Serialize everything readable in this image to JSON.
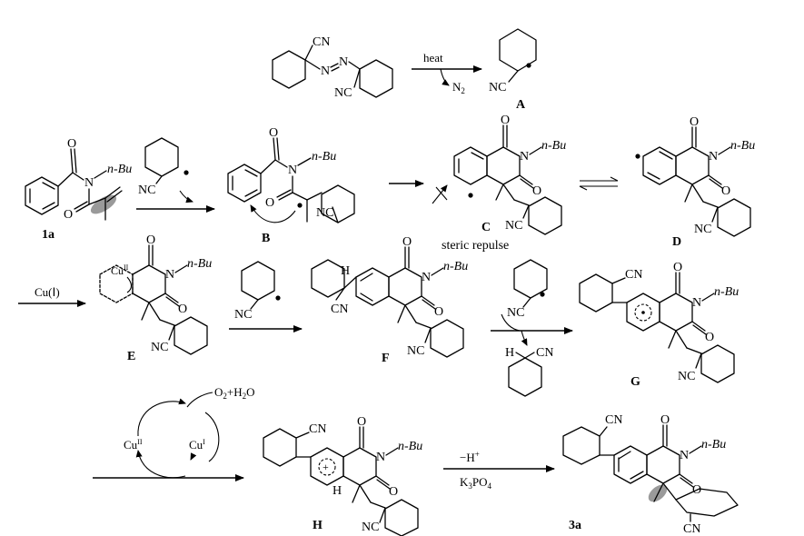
{
  "scheme": {
    "atoms": {
      "cn": "CN",
      "nc": "NC",
      "n_azo": "N",
      "o": "O",
      "n": "N",
      "n_bu": "n-Bu",
      "h": "H"
    },
    "labels": {
      "A": "A",
      "B": "B",
      "C": "C",
      "D": "D",
      "E": "E",
      "F": "F",
      "G": "G",
      "H": "H",
      "1a": "1a",
      "3a": "3a"
    },
    "conditions": {
      "heat": "heat",
      "n2": "N2",
      "steric": "steric repulse",
      "cu_i": "Cu(Ⅰ)",
      "cu_ii": "CuII",
      "cu_i_cycle": "CuI",
      "o2_h2o": "O2+H2O",
      "minus_h": "−H+",
      "k3po4": "K3PO4",
      "plus": "+"
    },
    "colors": {
      "ink": "#000000",
      "highlight": "#9a9a9a",
      "background": "#ffffff"
    }
  }
}
